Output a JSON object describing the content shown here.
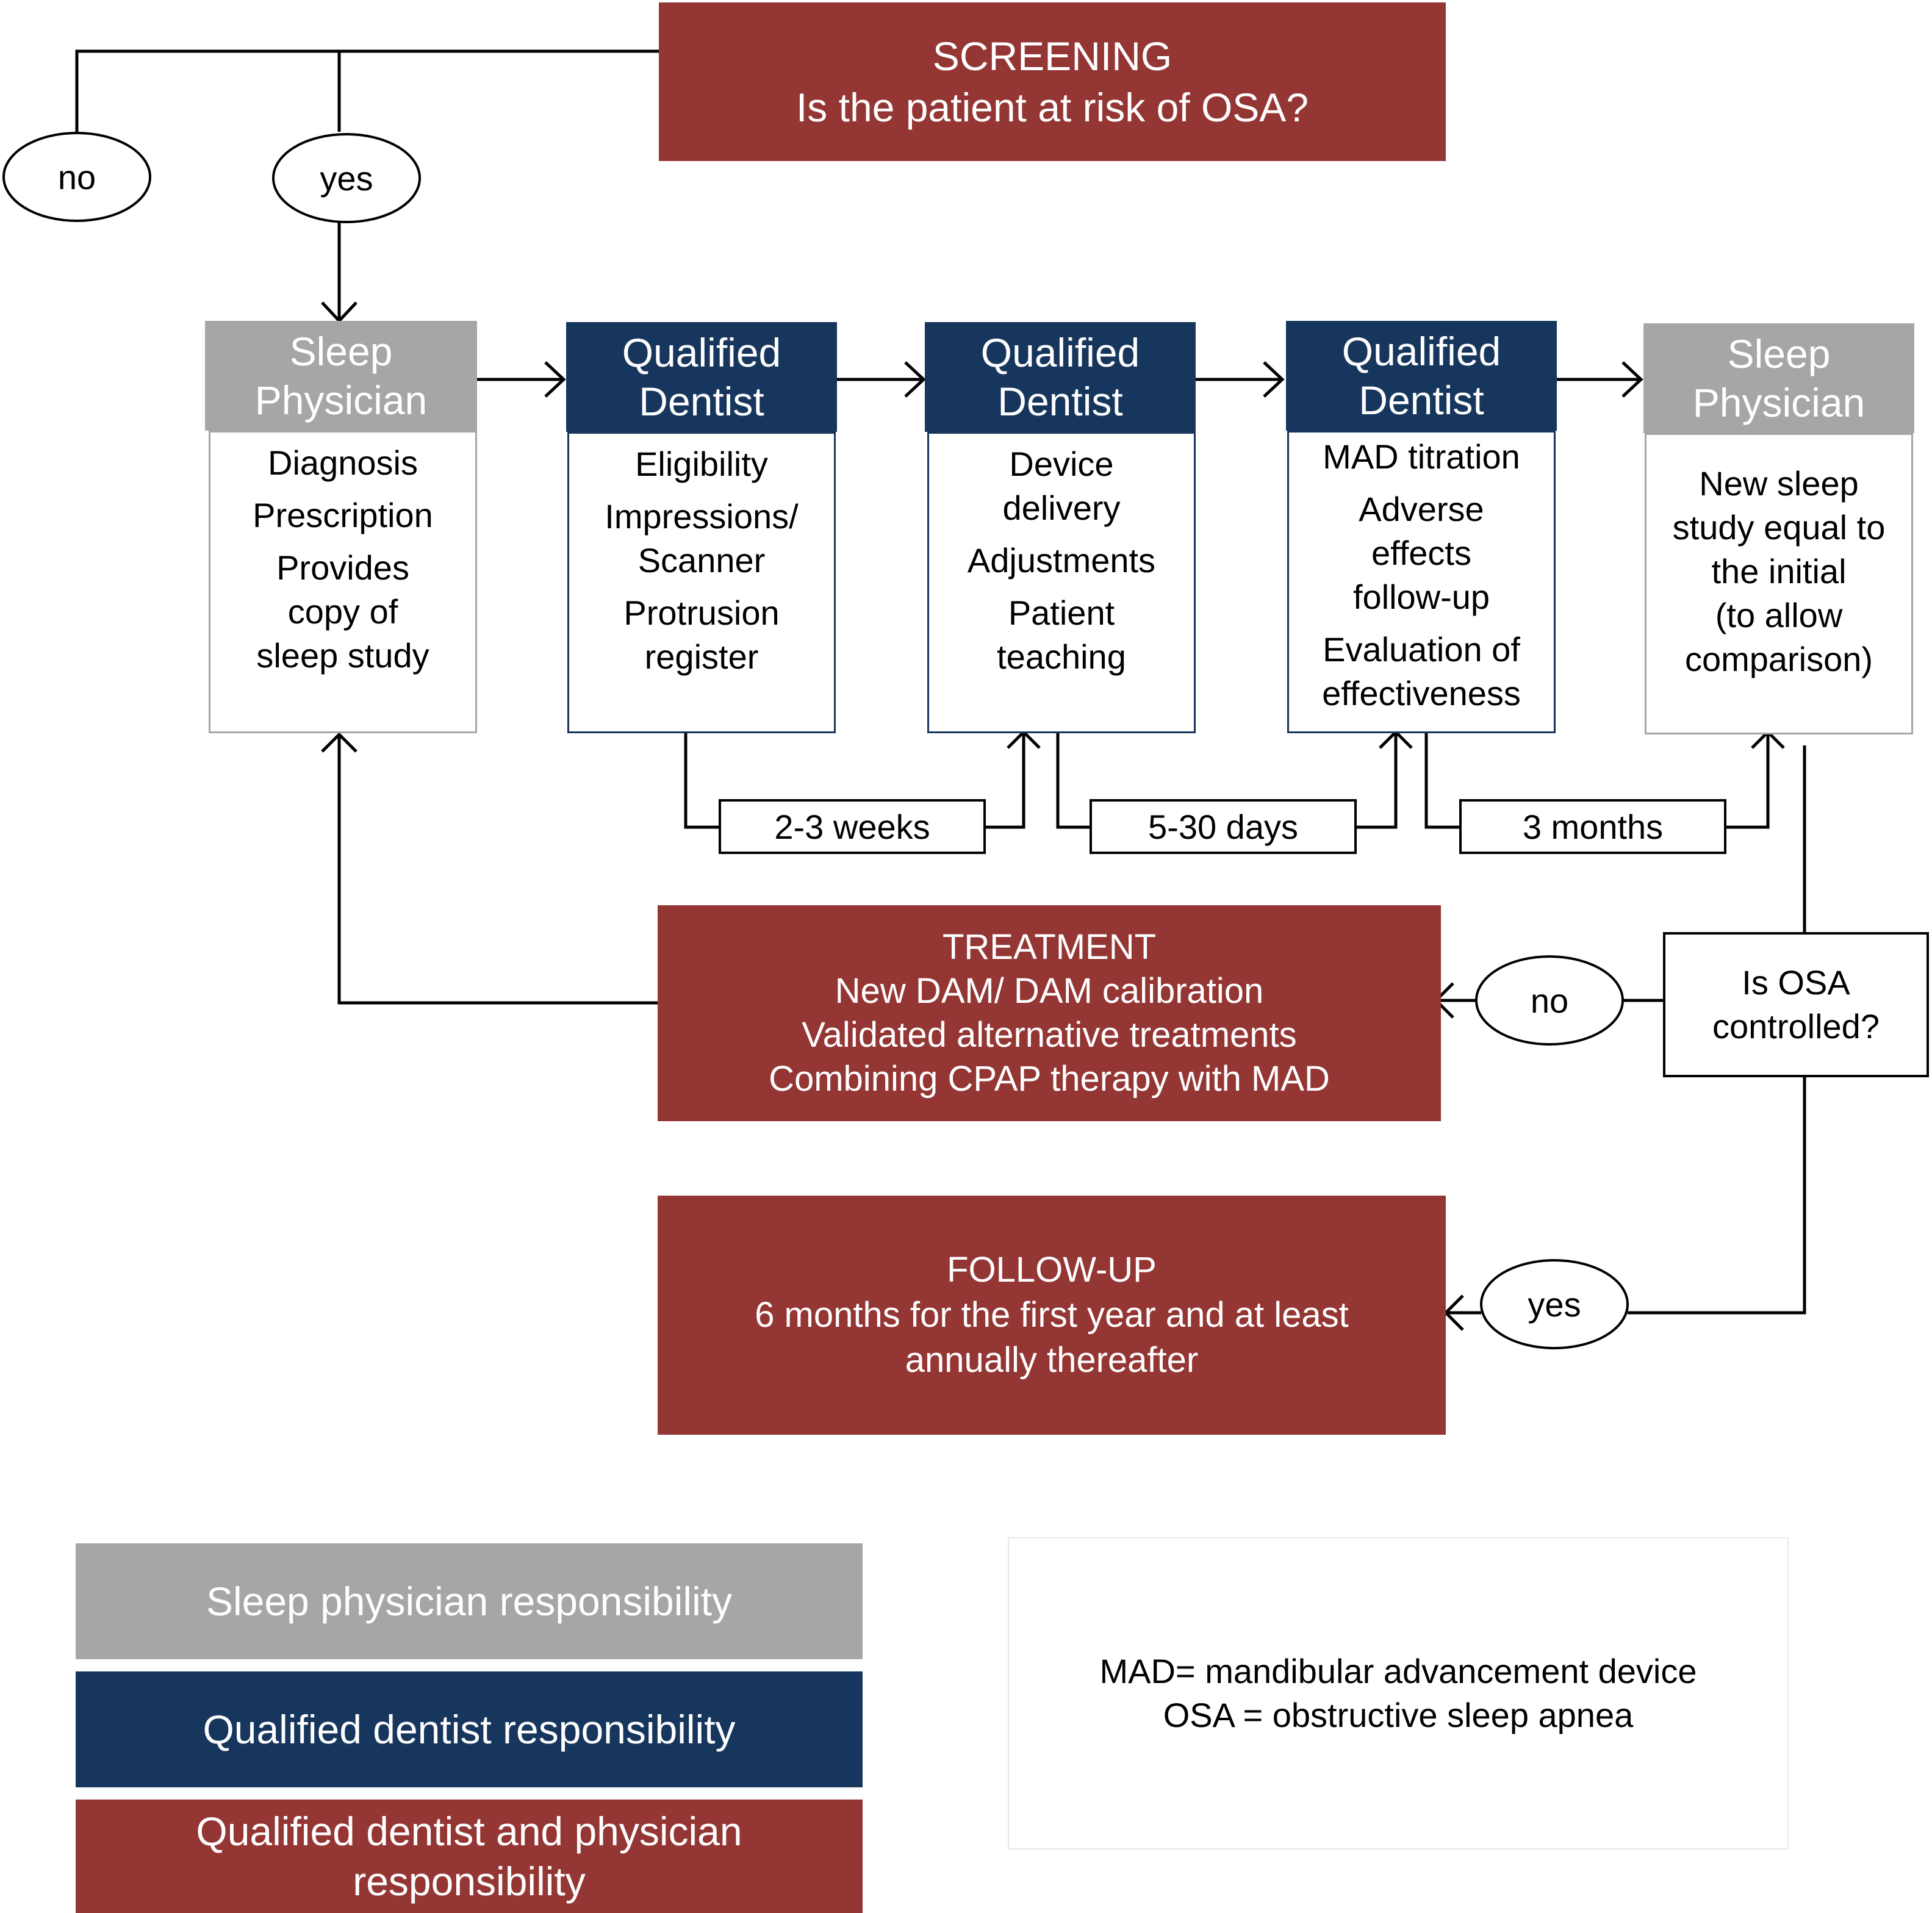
{
  "colors": {
    "sleep_physician": "#a6a6a6",
    "qualified_dentist": "#17365d",
    "dentist_and_physician": "#943634",
    "line": "#000000"
  },
  "screening": {
    "title": "SCREENING",
    "question": "Is the patient at risk of OSA?"
  },
  "branches": {
    "no": "no",
    "yes": "yes"
  },
  "steps": [
    {
      "role": "Sleep\nPhysician",
      "items": [
        "Diagnosis",
        "Prescription",
        "Provides\ncopy of\nsleep study"
      ]
    },
    {
      "role": "Qualified\nDentist",
      "items": [
        "Eligibility",
        "Impressions/\nScanner",
        "Protrusion\nregister"
      ]
    },
    {
      "role": "Qualified\nDentist",
      "items": [
        "Device\ndelivery",
        "Adjustments",
        "Patient\nteaching"
      ]
    },
    {
      "role": "Qualified\nDentist",
      "items": [
        "MAD titration",
        "Adverse\neffects\nfollow-up",
        "Evaluation of\neffectiveness"
      ]
    },
    {
      "role": "Sleep\nPhysician",
      "items": [
        "New sleep\nstudy equal to\nthe initial\n(to allow\ncomparison)"
      ]
    }
  ],
  "intervals": [
    "2-3 weeks",
    "5-30 days",
    "3 months"
  ],
  "decision": {
    "question": "Is OSA\ncontrolled?",
    "no": "no",
    "yes": "yes"
  },
  "treatment": {
    "title": "TREATMENT",
    "lines": [
      "New DAM/ DAM calibration",
      "Validated alternative treatments",
      "Combining  CPAP therapy with MAD"
    ]
  },
  "followup": {
    "title": "FOLLOW-UP",
    "lines": [
      "6 months  for the first year and at least",
      "annually thereafter"
    ]
  },
  "legend": [
    "Sleep physician responsibility",
    "Qualified dentist responsibility",
    "Qualified dentist and physician\nresponsibility"
  ],
  "abbreviations": [
    "MAD= mandibular  advancement device",
    "OSA = obstructive sleep apnea"
  ]
}
